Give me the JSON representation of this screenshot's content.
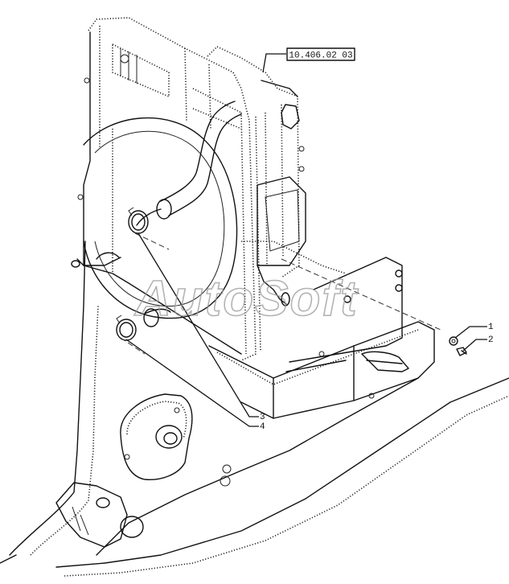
{
  "reference_label": "10.406.02 03",
  "callouts": [
    "1",
    "2",
    "3",
    "4"
  ],
  "watermark": "AutoSoft"
}
